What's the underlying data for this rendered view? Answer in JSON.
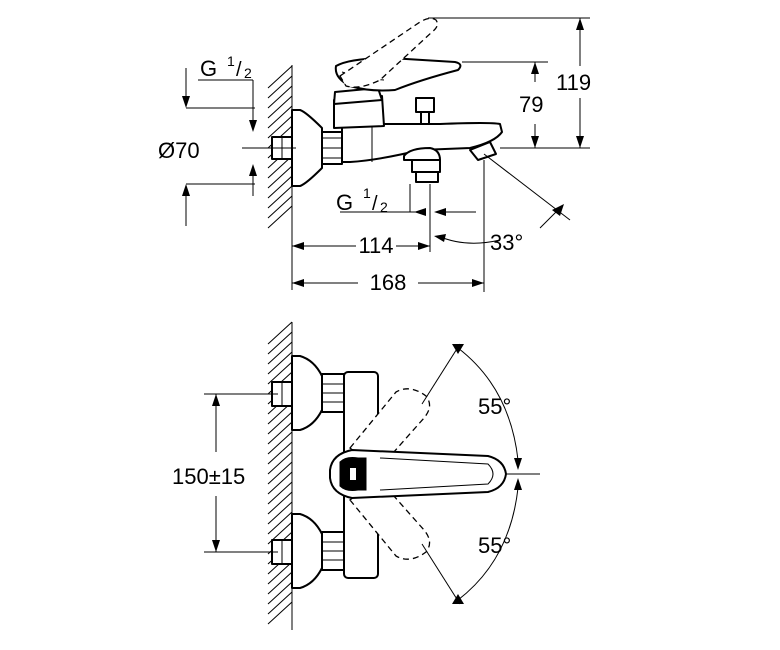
{
  "side_view": {
    "thread_inlet_label": {
      "main": "G",
      "sup": "1",
      "slash": "/",
      "sub": "2"
    },
    "diameter_label": "Ø70",
    "thread_outlet_label": {
      "main": "G",
      "sup": "1",
      "slash": "/",
      "sub": "2"
    },
    "height_total": "119",
    "height_spout": "79",
    "projection_outlet": "114",
    "projection_total": "168",
    "spout_angle": "33°"
  },
  "front_view": {
    "center_distance": "150±15",
    "lever_angle_up": "55°",
    "lever_angle_down": "55°"
  }
}
